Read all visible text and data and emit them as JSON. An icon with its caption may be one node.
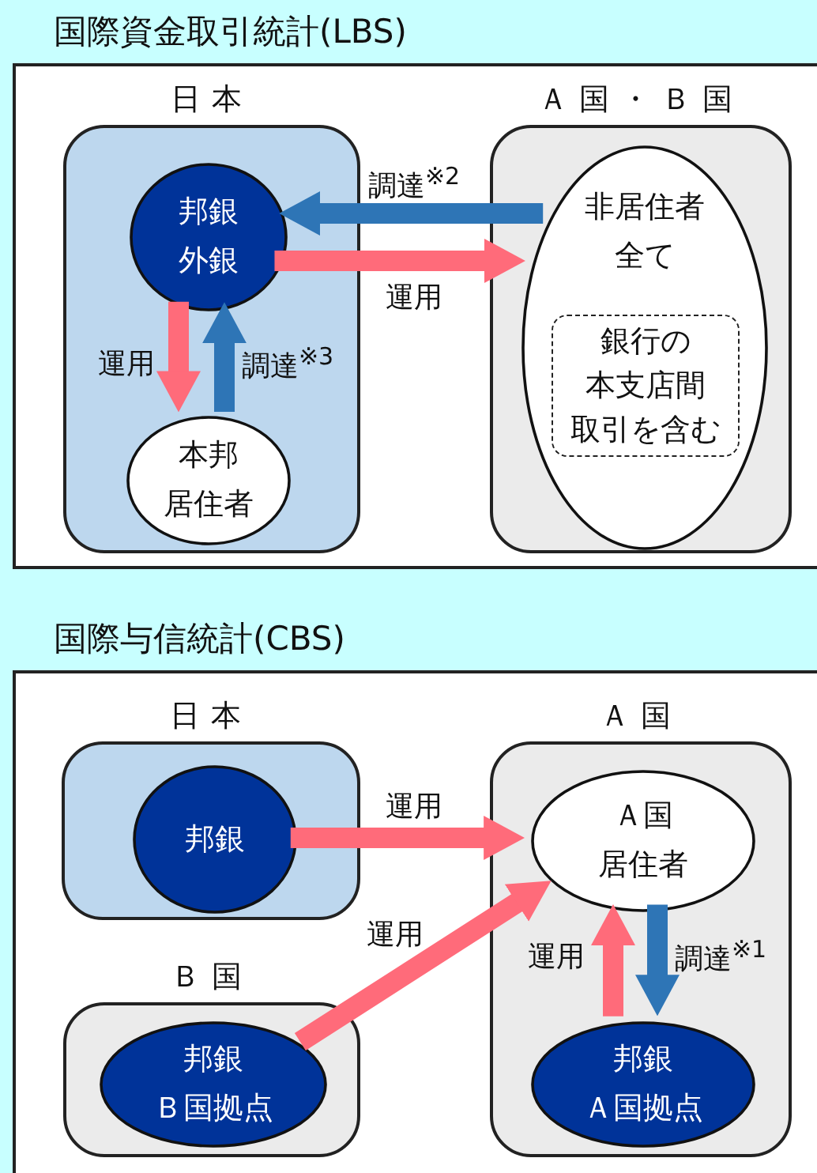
{
  "diagram": {
    "nodes": [
      {
        "text": [
          "国際資金取引統計(LBS)"
        ]
      },
      {
        "text": [
          "日本"
        ],
        "in": 0
      },
      {
        "text": [
          "邦銀外銀"
        ],
        "in": 1
      },
      {
        "text": [
          "本邦居住者"
        ],
        "in": 1
      },
      {
        "text": [
          "Ａ国・Ｂ国"
        ],
        "in": 0
      },
      {
        "text": [
          "非居住者全て"
        ],
        "in": 4
      },
      {
        "text": [
          "銀行の本支店間取引を含む"
        ],
        "in": 5
      },
      {
        "text": [
          "国際与信統計(CBS)"
        ]
      },
      {
        "text": [
          "日本"
        ],
        "in": 7
      },
      {
        "text": [
          "邦銀"
        ],
        "in": 8
      },
      {
        "text": [
          "Ｂ国"
        ],
        "in": 7
      },
      {
        "text": [
          "邦銀Ｂ国拠点"
        ],
        "in": 10
      },
      {
        "text": [
          "Ａ国"
        ],
        "in": 7
      },
      {
        "text": [
          "Ａ国居住者"
        ],
        "in": 12
      },
      {
        "text": [
          "邦銀Ａ国拠点"
        ],
        "in": 12
      }
    ],
    "edges": [
      {
        "from": 5,
        "to": 2,
        "arrow": "to",
        "label": "調達$^{※2}$",
        "color": "#2e75b6"
      },
      {
        "from": 2,
        "to": 5,
        "arrow": "to",
        "label": "運用"
      },
      {
        "from": 2,
        "to": 3,
        "arrow": "to",
        "label": "運用"
      },
      {
        "from": 3,
        "to": 2,
        "arrow": "to",
        "label": "調達$^{※3}$",
        "color": "#2e75b6"
      },
      {
        "from": 9,
        "to": 13,
        "arrow": "to",
        "label": "運用"
      },
      {
        "from": 11,
        "to": 13,
        "arrow": "to",
        "label": "運用"
      },
      {
        "from": 14,
        "to": 13,
        "arrow": "to",
        "label": "運用"
      },
      {
        "from": 13,
        "to": 14,
        "arrow": "to",
        "label": "調達$^{※1}$",
        "color": "#2e75b6"
      }
    ]
  }
}
